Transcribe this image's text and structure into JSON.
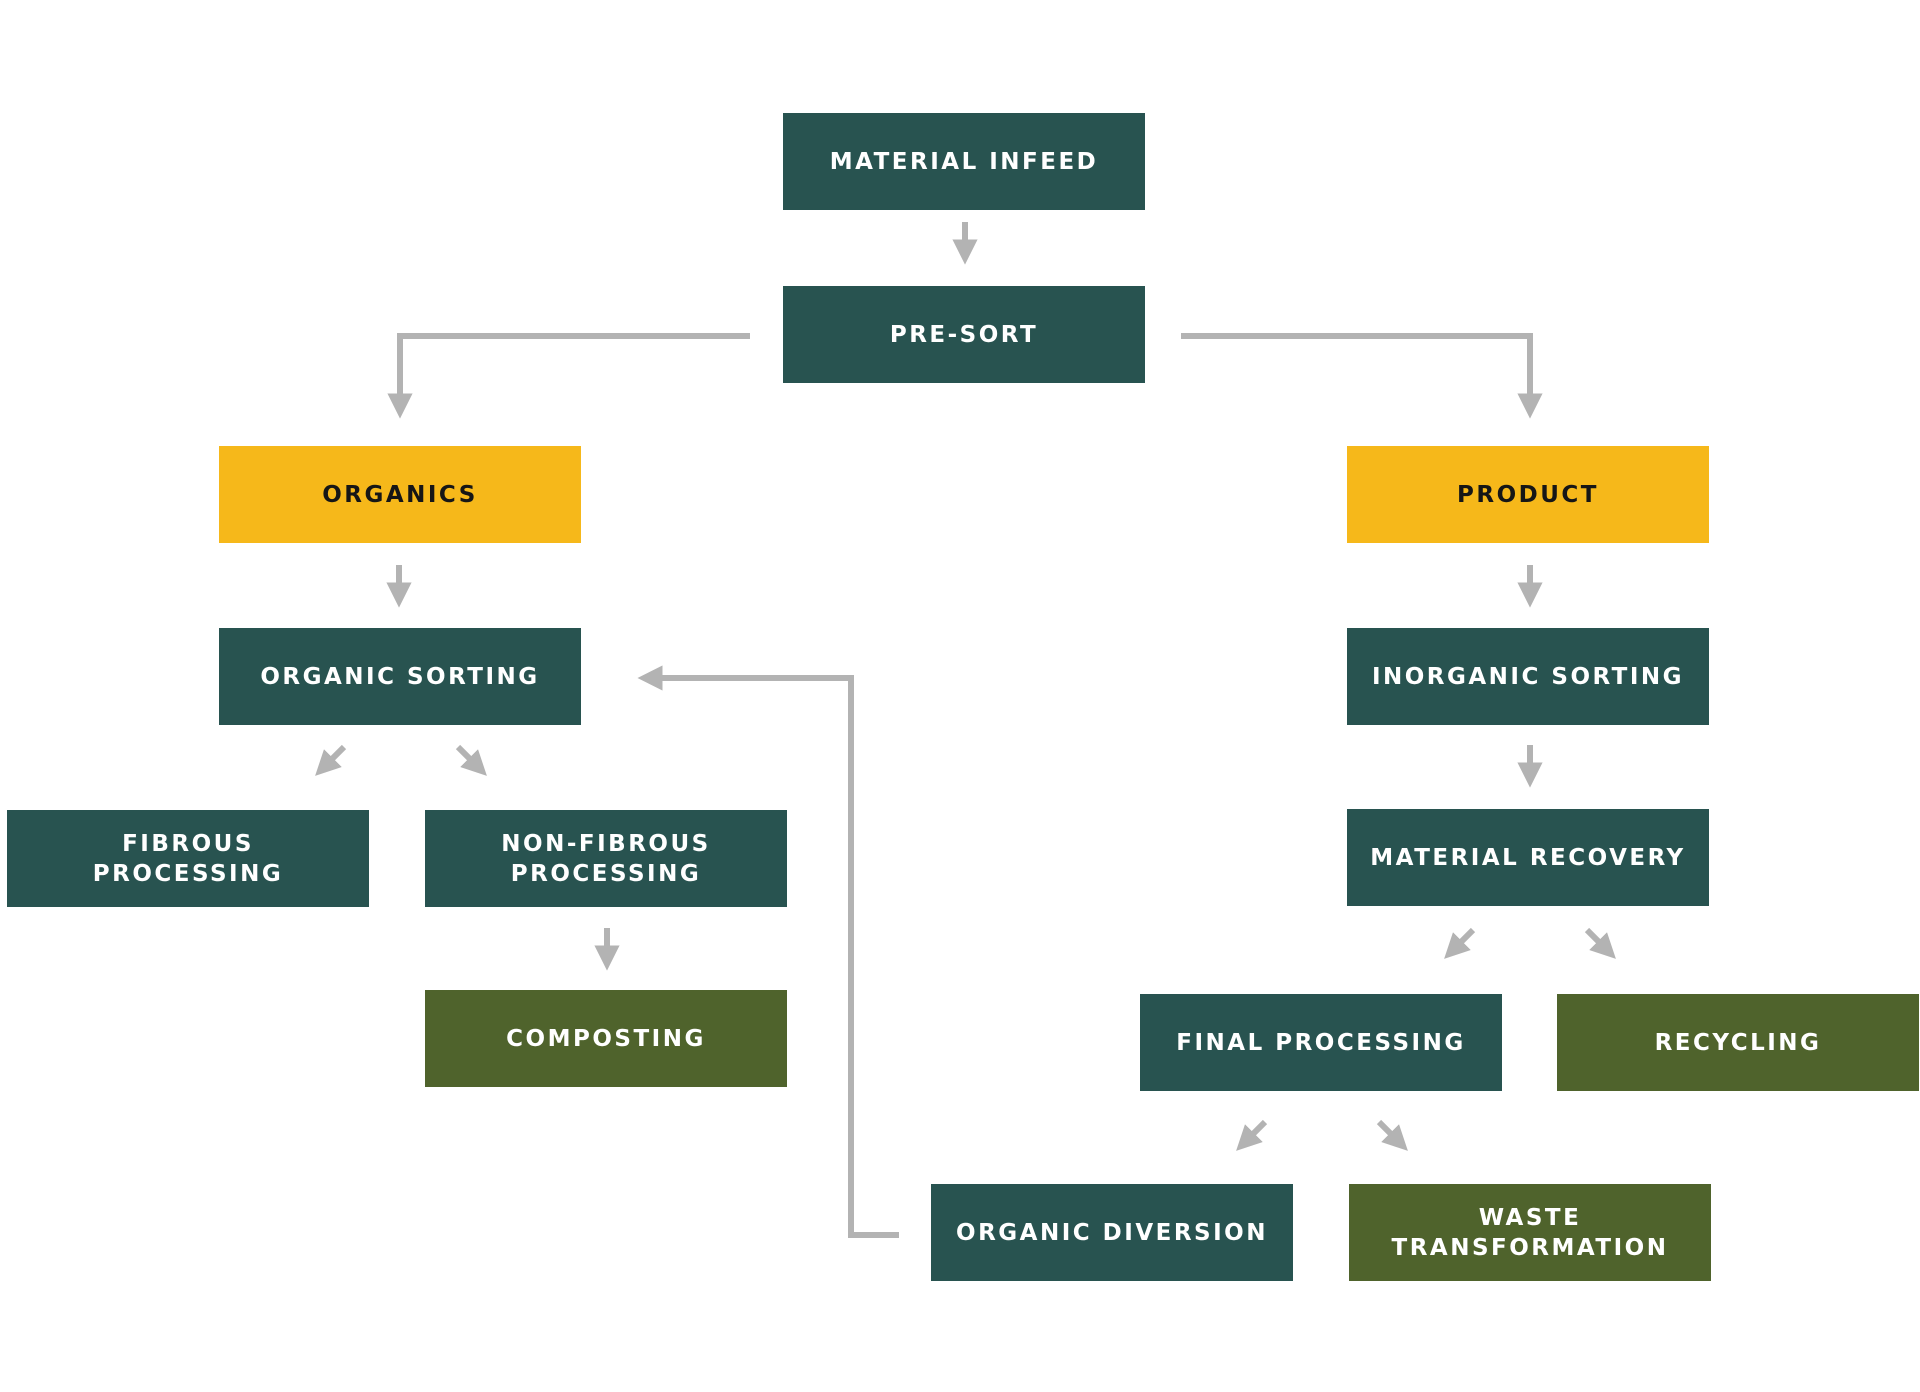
{
  "diagram": {
    "colors": {
      "process": "#285350",
      "category": "#f6b81a",
      "outcome": "#4f632c",
      "connector": "#b3b3b3"
    },
    "nodes": {
      "material_infeed": "MATERIAL INFEED",
      "pre_sort": "PRE-SORT",
      "organics": "ORGANICS",
      "product": "PRODUCT",
      "organic_sorting": "ORGANIC SORTING",
      "inorganic_sorting": "INORGANIC SORTING",
      "fibrous_processing": "FIBROUS\nPROCESSING",
      "non_fibrous_processing": "NON-FIBROUS\nPROCESSING",
      "composting": "COMPOSTING",
      "material_recovery": "MATERIAL RECOVERY",
      "final_processing": "FINAL PROCESSING",
      "recycling": "RECYCLING",
      "organic_diversion": "ORGANIC DIVERSION",
      "waste_transformation": "WASTE\nTRANSFORMATION"
    }
  }
}
